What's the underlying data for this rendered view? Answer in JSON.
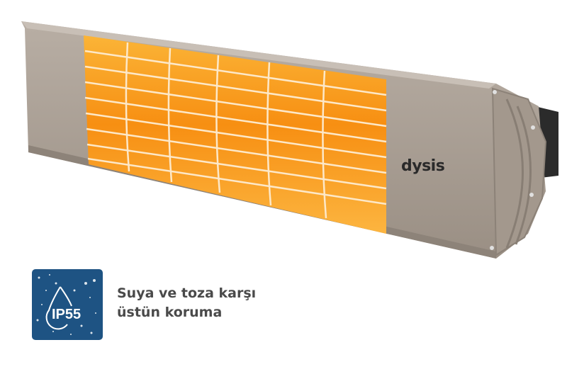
{
  "product": {
    "brand": "dysis"
  },
  "badge": {
    "rating": "IP55",
    "color": "#1e5383"
  },
  "caption": {
    "line1": "Suya ve toza karşı",
    "line2": "üstün koruma"
  },
  "colors": {
    "body": "#a69b90",
    "glow": "#f7a81e"
  }
}
